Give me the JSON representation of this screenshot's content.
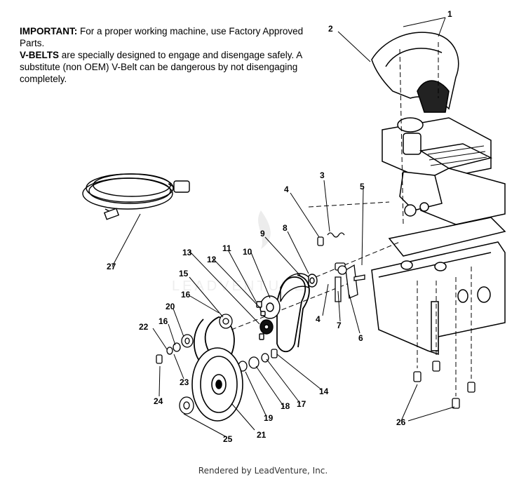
{
  "notice": {
    "important_label": "IMPORTANT:",
    "important_text": " For a proper working machine, use Factory Approved Parts.",
    "vbelts_label": "V-BELTS",
    "vbelts_text": " are specially designed to engage and disengage safely. A substitute (non OEM) V-Belt can be dangerous by not disengaging completely."
  },
  "callouts": [
    "1",
    "2",
    "3",
    "4",
    "4",
    "5",
    "6",
    "7",
    "8",
    "9",
    "10",
    "11",
    "12",
    "13",
    "14",
    "15",
    "16",
    "16",
    "17",
    "18",
    "19",
    "20",
    "21",
    "22",
    "23",
    "24",
    "25",
    "26",
    "27"
  ],
  "watermark": "LEADVENTURE",
  "footer": "Rendered by LeadVenture, Inc."
}
